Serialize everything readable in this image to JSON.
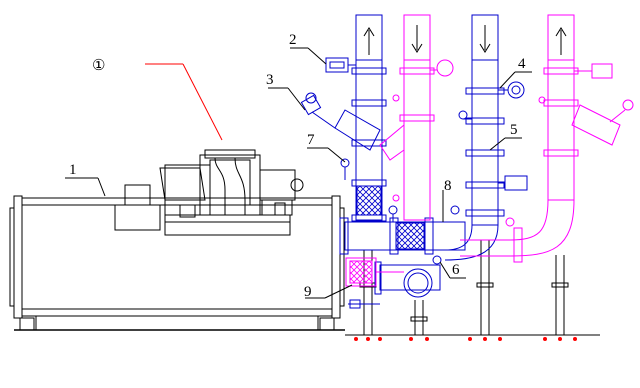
{
  "callouts": {
    "c1": "1",
    "c2": "2",
    "c3": "3",
    "c4": "4",
    "c5": "5",
    "c6": "6",
    "c7": "7",
    "c8": "8",
    "c9": "9",
    "circled": "①"
  },
  "colors": {
    "supply_pipe": "#0000cc",
    "return_pipe": "#ff00ff",
    "equipment": "#000000",
    "annotation_leader": "#ff0000",
    "support_foot": "#ff0000"
  }
}
